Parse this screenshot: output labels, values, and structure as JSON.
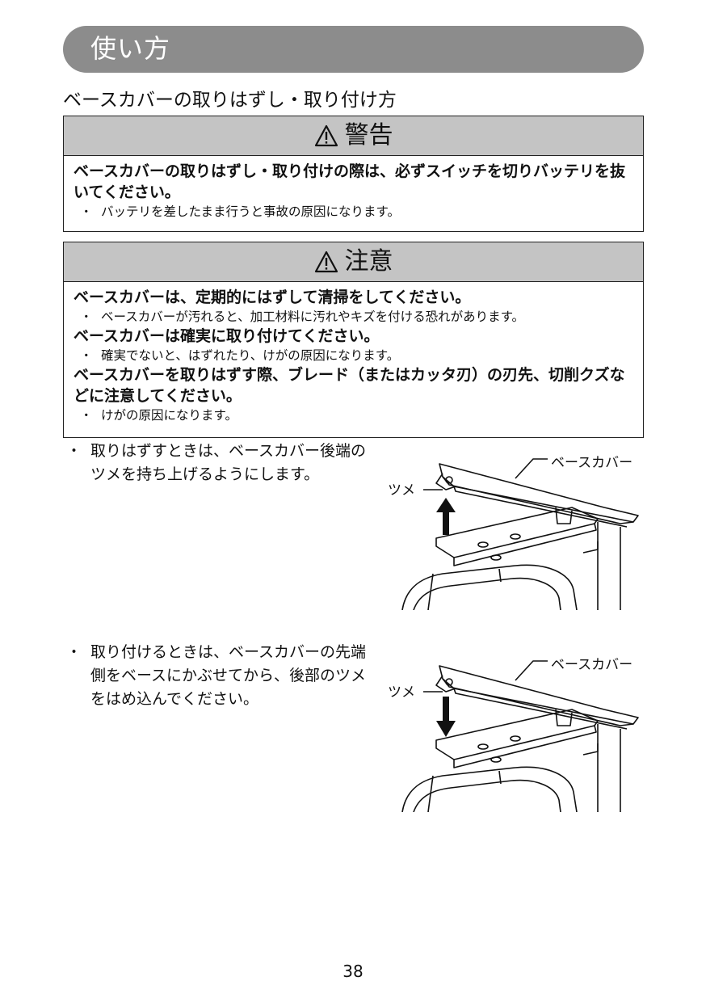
{
  "header": {
    "title": "使い方"
  },
  "section": {
    "title": "ベースカバーの取りはずし・取り付け方"
  },
  "warning": {
    "label": "警告",
    "main": "ベースカバーの取りはずし・取り付けの際は、必ずスイッチを切りバッテリを抜いてください。",
    "sub": "バッテリを差したまま行うと事故の原因になります。"
  },
  "caution": {
    "label": "注意",
    "items": [
      {
        "main": "ベースカバーは、定期的にはずして清掃をしてください。",
        "sub": "ベースカバーが汚れると、加工材料に汚れやキズを付ける恐れがあります。"
      },
      {
        "main": "ベースカバーは確実に取り付けてください。",
        "sub": "確実でないと、はずれたり、けがの原因になります。"
      },
      {
        "main": "ベースカバーを取りはずす際、ブレード（またはカッタ刃）の刃先、切削クズなどに注意してください。",
        "sub": "けがの原因になります。"
      }
    ]
  },
  "bullet_mark": "・",
  "instructions": [
    {
      "text": "取りはずすときは、ベースカバー後端のツメを持ち上げるようにします。"
    },
    {
      "text": "取り付けるときは、ベースカバーの先端側をベースにかぶせてから、後部のツメをはめ込んでください。"
    }
  ],
  "figures": [
    {
      "cover_label": "ベースカバー",
      "claw_label": "ツメ",
      "arrow": "up"
    },
    {
      "cover_label": "ベースカバー",
      "claw_label": "ツメ",
      "arrow": "down"
    }
  ],
  "page": {
    "number": "38"
  }
}
